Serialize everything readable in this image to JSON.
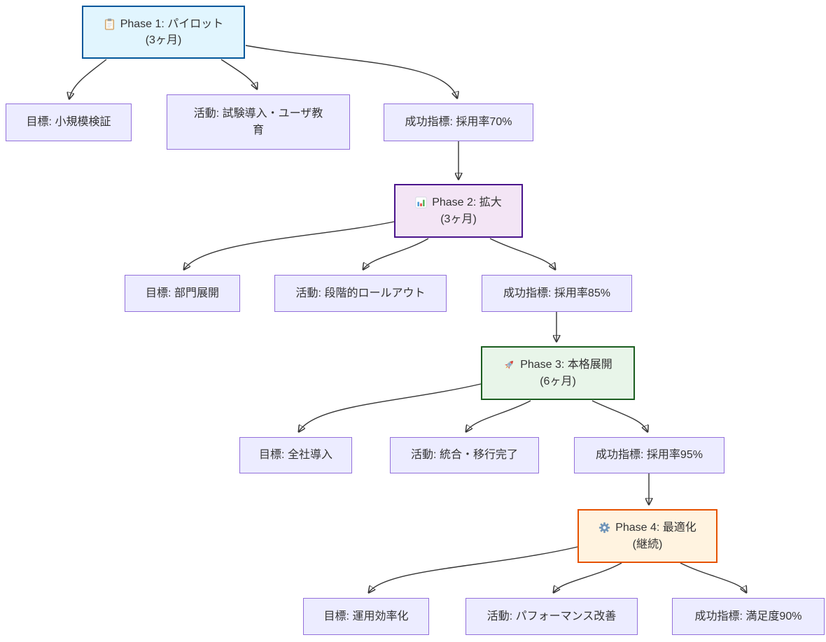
{
  "diagram": {
    "type": "flowchart",
    "direction": "top-down",
    "edge_color": "#333333",
    "node_style": {
      "fill": "#ECECFF",
      "stroke": "#9370DB"
    },
    "phases": [
      {
        "id": "phase1",
        "icon": "clipboard-icon",
        "title": "Phase 1: パイロット",
        "duration": "(3ヶ月)",
        "fill": "#e1f5fe",
        "stroke": "#01579b",
        "children": [
          {
            "id": "goal1",
            "label": "目標: 小規模検証"
          },
          {
            "id": "act1",
            "label": "活動: 試験導入・ユーザ教\n育"
          },
          {
            "id": "kpi1",
            "label": "成功指標: 採用率70%"
          }
        ]
      },
      {
        "id": "phase2",
        "icon": "bar-chart-icon",
        "title": "Phase 2: 拡大",
        "duration": "(3ヶ月)",
        "fill": "#f3e5f5",
        "stroke": "#4a148c",
        "children": [
          {
            "id": "goal2",
            "label": "目標: 部門展開"
          },
          {
            "id": "act2",
            "label": "活動: 段階的ロールアウト"
          },
          {
            "id": "kpi2",
            "label": "成功指標: 採用率85%"
          }
        ]
      },
      {
        "id": "phase3",
        "icon": "rocket-icon",
        "title": "Phase 3: 本格展開",
        "duration": "(6ヶ月)",
        "fill": "#e8f5e9",
        "stroke": "#1b5e20",
        "children": [
          {
            "id": "goal3",
            "label": "目標: 全社導入"
          },
          {
            "id": "act3",
            "label": "活動: 統合・移行完了"
          },
          {
            "id": "kpi3",
            "label": "成功指標: 採用率95%"
          }
        ]
      },
      {
        "id": "phase4",
        "icon": "gear-icon",
        "title": "Phase 4: 最適化",
        "duration": "(継続)",
        "fill": "#fff3e0",
        "stroke": "#e65100",
        "children": [
          {
            "id": "goal4",
            "label": "目標: 運用効率化"
          },
          {
            "id": "act4",
            "label": "活動: パフォーマンス改善"
          },
          {
            "id": "kpi4",
            "label": "成功指標: 満足度90%"
          }
        ]
      }
    ],
    "edges": [
      {
        "from": "phase1",
        "to": "goal1"
      },
      {
        "from": "phase1",
        "to": "act1"
      },
      {
        "from": "phase1",
        "to": "kpi1"
      },
      {
        "from": "kpi1",
        "to": "phase2"
      },
      {
        "from": "phase2",
        "to": "goal2"
      },
      {
        "from": "phase2",
        "to": "act2"
      },
      {
        "from": "phase2",
        "to": "kpi2"
      },
      {
        "from": "kpi2",
        "to": "phase3"
      },
      {
        "from": "phase3",
        "to": "goal3"
      },
      {
        "from": "phase3",
        "to": "act3"
      },
      {
        "from": "phase3",
        "to": "kpi3"
      },
      {
        "from": "kpi3",
        "to": "phase4"
      },
      {
        "from": "phase4",
        "to": "goal4"
      },
      {
        "from": "phase4",
        "to": "act4"
      },
      {
        "from": "phase4",
        "to": "kpi4"
      }
    ]
  }
}
